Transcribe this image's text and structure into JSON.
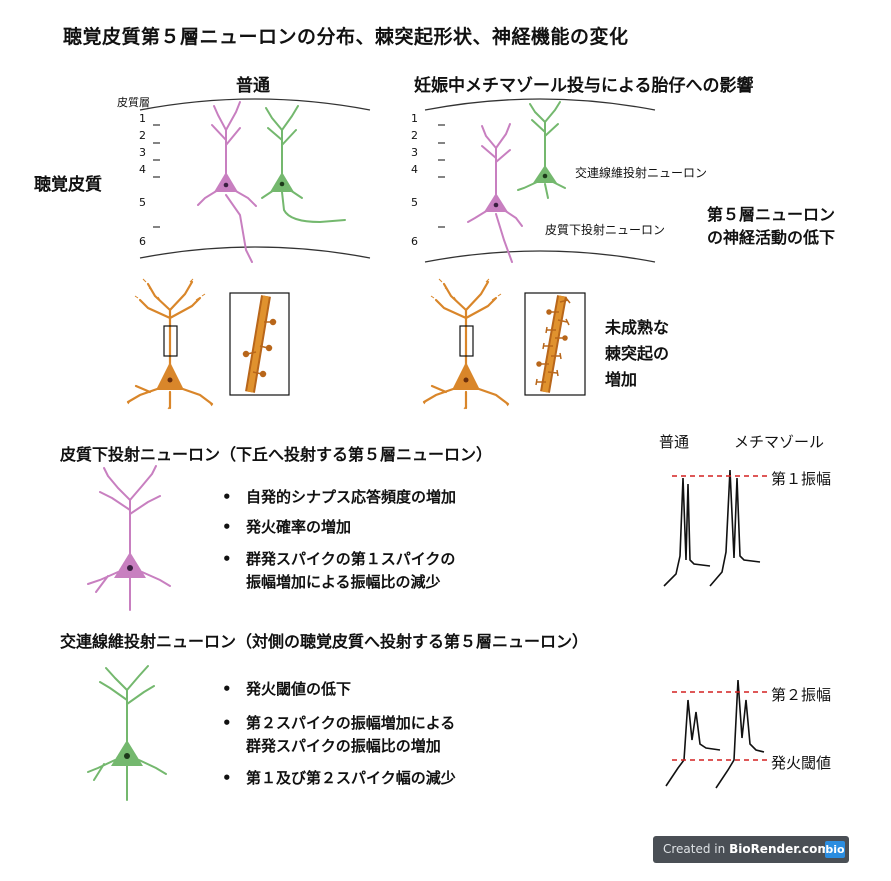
{
  "title": "聴覚皮質第５層ニューロンの分布、棘突起形状、神経機能の変化",
  "panel_normal": "普通",
  "panel_mz": "妊娠中メチマゾール投与による胎仔への影響",
  "cortex_layer_label": "皮質層",
  "cortex_label": "聴覚皮質",
  "layers_left": [
    "1",
    "2",
    "3",
    "4",
    "5",
    "6"
  ],
  "layers_right": [
    "1",
    "2",
    "3",
    "4",
    "5",
    "6"
  ],
  "label_callosal": "交連線維投射ニューロン",
  "label_subcortical": "皮質下投射ニューロン",
  "note_activity": [
    "第５層ニューロン",
    "の神経活動の低下"
  ],
  "note_spine": [
    "未成熟な",
    "棘突起の",
    "増加"
  ],
  "section1_title": "皮質下投射ニューロン（下丘へ投射する第５層ニューロン）",
  "section1_bullets": [
    "自発的シナプス応答頻度の増加",
    "発火確率の増加",
    "群発スパイクの第１スパイクの",
    "振幅増加による振幅比の減少"
  ],
  "trace_header_normal": "普通",
  "trace_header_mz": "メチマゾール",
  "amp1_label": "第１振幅",
  "section2_title": "交連線維投射ニューロン（対側の聴覚皮質へ投射する第５層ニューロン）",
  "section2_bullets": [
    "発火閾値の低下",
    "第２スパイクの振幅増加による",
    "群発スパイクの振幅比の増加",
    "第１及び第２スパイク幅の減少"
  ],
  "amp2_label": "第２振幅",
  "threshold_label": "発火閾値",
  "badge_created": "Created in ",
  "badge_brand": "BioRender.com",
  "badge_bio": "bio",
  "colors": {
    "pink": "#c87fc0",
    "green": "#74b86e",
    "orange": "#d9862a",
    "red": "#d42020",
    "badge": "#4a4f55"
  }
}
